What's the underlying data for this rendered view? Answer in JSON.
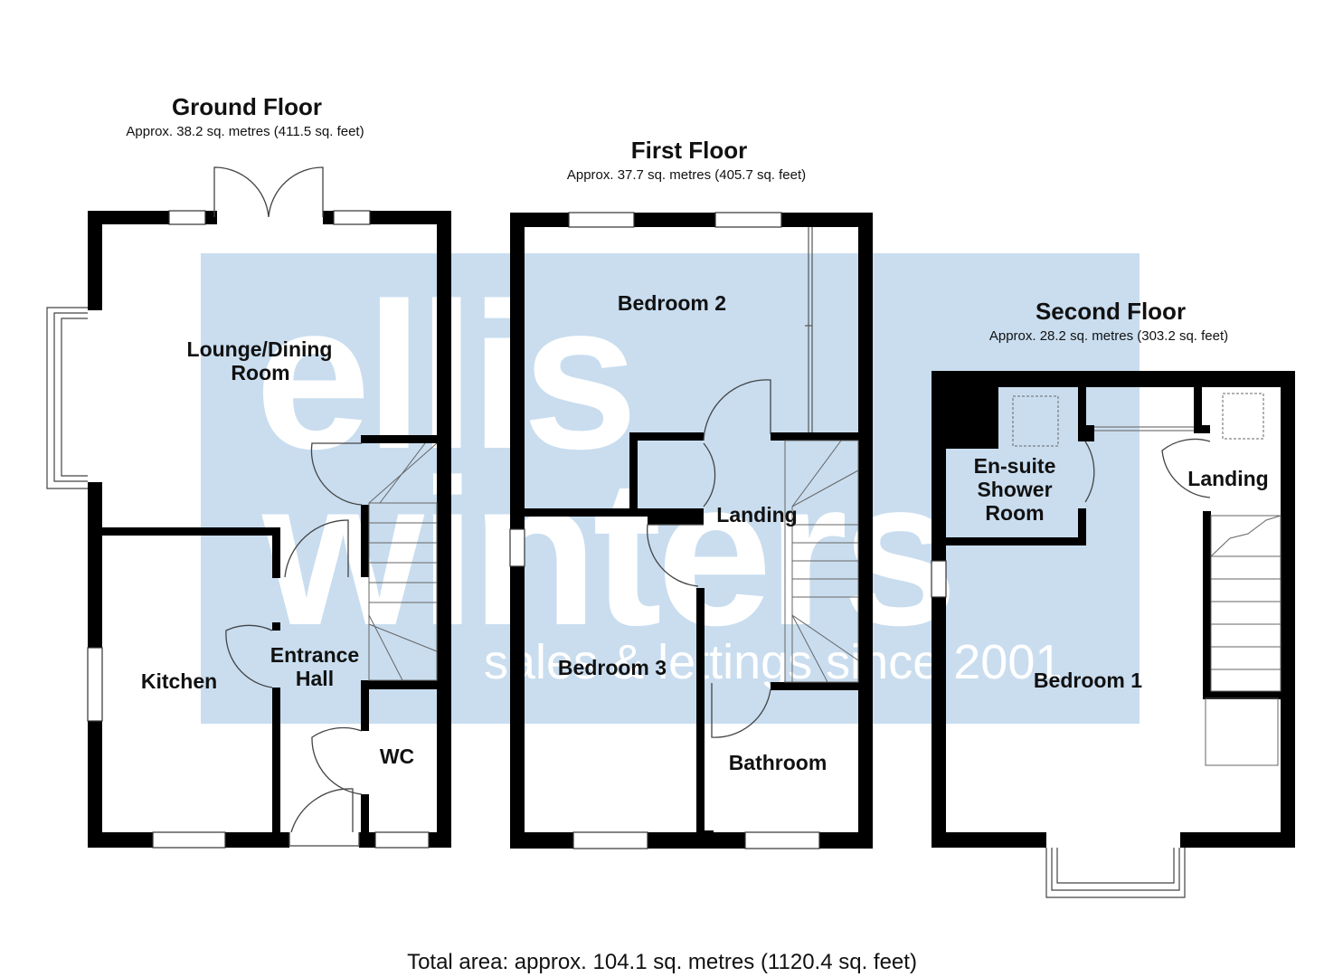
{
  "watermark": {
    "line1": "ellis",
    "line2": "winters",
    "tagline": "sales & lettings since 2001",
    "color": "#c9ddef"
  },
  "colors": {
    "wall": "#000000",
    "background": "#ffffff"
  },
  "floors": {
    "ground": {
      "title": "Ground Floor",
      "area": "Approx. 38.2 sq. metres (411.5 sq. feet)",
      "rooms": {
        "lounge_line1": "Lounge/Dining",
        "lounge_line2": "Room",
        "kitchen": "Kitchen",
        "hall_line1": "Entrance",
        "hall_line2": "Hall",
        "wc": "WC"
      }
    },
    "first": {
      "title": "First Floor",
      "area": "Approx. 37.7 sq. metres (405.7 sq. feet)",
      "rooms": {
        "bedroom2": "Bedroom 2",
        "landing": "Landing",
        "bedroom3": "Bedroom 3",
        "bathroom": "Bathroom"
      }
    },
    "second": {
      "title": "Second Floor",
      "area": "Approx. 28.2 sq. metres (303.2 sq. feet)",
      "rooms": {
        "ensuite_line1": "En-suite",
        "ensuite_line2": "Shower",
        "ensuite_line3": "Room",
        "landing": "Landing",
        "bedroom1": "Bedroom 1"
      }
    }
  },
  "total_area": "Total area: approx. 104.1 sq. metres (1120.4 sq. feet)"
}
